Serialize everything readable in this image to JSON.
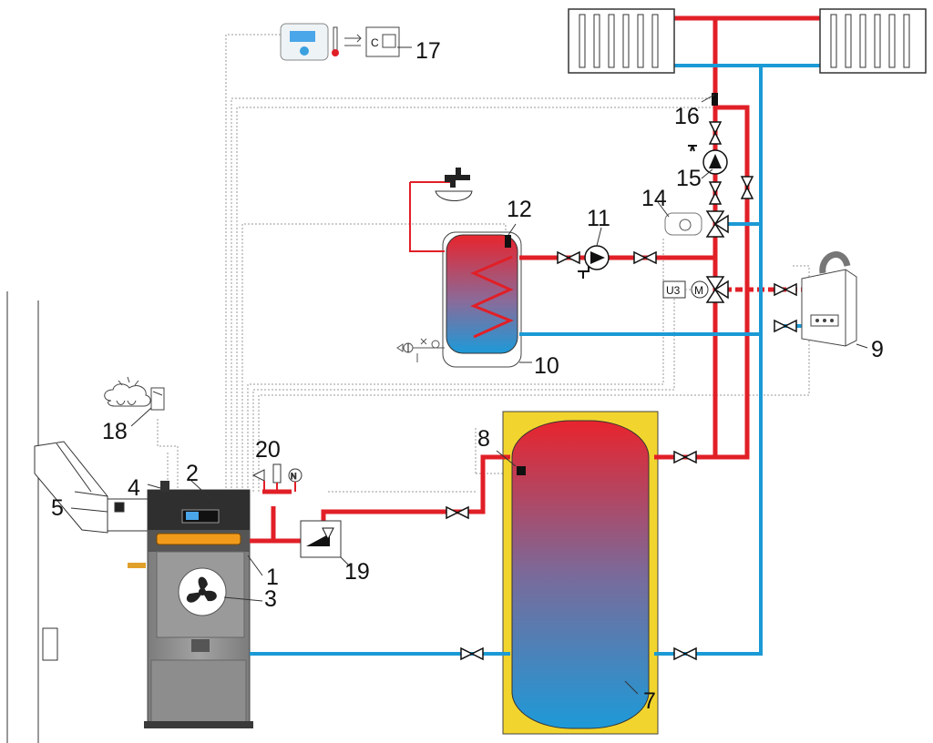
{
  "labels": {
    "n1": "1",
    "n2": "2",
    "n3": "3",
    "n4": "4",
    "n5": "5",
    "n7": "7",
    "n8": "8",
    "n9": "9",
    "n10": "10",
    "n11": "11",
    "n12": "12",
    "n14": "14",
    "n15": "15",
    "n16": "16",
    "n17": "17",
    "n18": "18",
    "n19": "19",
    "n20": "20"
  },
  "symbols": {
    "u3": "U3",
    "motor": "M",
    "sensor_n": "N",
    "controller_c": "C"
  },
  "colors": {
    "hot": "#e11f27",
    "cold": "#1b9ad6",
    "buffer_jacket": "#f2d42e",
    "boiler_body": "#8f8f8f",
    "boiler_dark": "#3a3a3a",
    "door_orange": "#f29b1b",
    "signal_line": "#9a9a9a"
  }
}
